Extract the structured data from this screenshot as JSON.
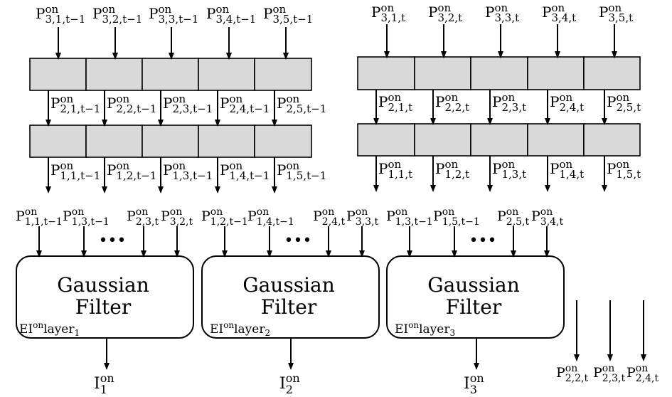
{
  "top_left": {
    "inputs": [
      {
        "base": "P",
        "sup": "on",
        "sub": "3,1,t−1"
      },
      {
        "base": "P",
        "sup": "on",
        "sub": "3,2,t−1"
      },
      {
        "base": "P",
        "sup": "on",
        "sub": "3,3,t−1"
      },
      {
        "base": "P",
        "sup": "on",
        "sub": "3,4,t−1"
      },
      {
        "base": "P",
        "sup": "on",
        "sub": "3,5,t−1"
      }
    ],
    "middle": [
      {
        "base": "P",
        "sup": "on",
        "sub": "2,1,t−1"
      },
      {
        "base": "P",
        "sup": "on",
        "sub": "2,2,t−1"
      },
      {
        "base": "P",
        "sup": "on",
        "sub": "2,3,t−1"
      },
      {
        "base": "P",
        "sup": "on",
        "sub": "2,4,t−1"
      },
      {
        "base": "P",
        "sup": "on",
        "sub": "2,5,t−1"
      }
    ],
    "outputs": [
      {
        "base": "P",
        "sup": "on",
        "sub": "1,1,t−1"
      },
      {
        "base": "P",
        "sup": "on",
        "sub": "1,2,t−1"
      },
      {
        "base": "P",
        "sup": "on",
        "sub": "1,3,t−1"
      },
      {
        "base": "P",
        "sup": "on",
        "sub": "1,4,t−1"
      },
      {
        "base": "P",
        "sup": "on",
        "sub": "1,5,t−1"
      }
    ]
  },
  "top_right": {
    "inputs": [
      {
        "base": "P",
        "sup": "on",
        "sub": "3,1,t"
      },
      {
        "base": "P",
        "sup": "on",
        "sub": "3,2,t"
      },
      {
        "base": "P",
        "sup": "on",
        "sub": "3,3,t"
      },
      {
        "base": "P",
        "sup": "on",
        "sub": "3,4,t"
      },
      {
        "base": "P",
        "sup": "on",
        "sub": "3,5,t"
      }
    ],
    "middle": [
      {
        "base": "P",
        "sup": "on",
        "sub": "2,1,t"
      },
      {
        "base": "P",
        "sup": "on",
        "sub": "2,2,t"
      },
      {
        "base": "P",
        "sup": "on",
        "sub": "2,3,t"
      },
      {
        "base": "P",
        "sup": "on",
        "sub": "2,4,t"
      },
      {
        "base": "P",
        "sup": "on",
        "sub": "2,5,t"
      }
    ],
    "outputs": [
      {
        "base": "P",
        "sup": "on",
        "sub": "1,1,t"
      },
      {
        "base": "P",
        "sup": "on",
        "sub": "1,2,t"
      },
      {
        "base": "P",
        "sup": "on",
        "sub": "1,3,t"
      },
      {
        "base": "P",
        "sup": "on",
        "sub": "1,4,t"
      },
      {
        "base": "P",
        "sup": "on",
        "sub": "1,5,t"
      }
    ]
  },
  "filters": [
    {
      "title_line1": "Gaussian",
      "title_line2": "Filter",
      "inputs": [
        {
          "base": "P",
          "sup": "on",
          "sub": "1,1,t−1"
        },
        {
          "base": "P",
          "sup": "on",
          "sub": "1,3,t−1"
        },
        {
          "base": "P",
          "sup": "on",
          "sub": "2,3,t"
        },
        {
          "base": "P",
          "sup": "on",
          "sub": "3,2,t"
        }
      ],
      "ellipsis": "•••",
      "layer": {
        "base": "EI",
        "sup": "on",
        "mid": "layer",
        "sub": "1"
      },
      "output": {
        "base": "I",
        "sup": "on",
        "sub": "1"
      }
    },
    {
      "title_line1": "Gaussian",
      "title_line2": "Filter",
      "inputs": [
        {
          "base": "P",
          "sup": "on",
          "sub": "1,2,t−1"
        },
        {
          "base": "P",
          "sup": "on",
          "sub": "1,4,t−1"
        },
        {
          "base": "P",
          "sup": "on",
          "sub": "2,4,t"
        },
        {
          "base": "P",
          "sup": "on",
          "sub": "3,3,t"
        }
      ],
      "ellipsis": "•••",
      "layer": {
        "base": "EI",
        "sup": "on",
        "mid": "layer",
        "sub": "2"
      },
      "output": {
        "base": "I",
        "sup": "on",
        "sub": "2"
      }
    },
    {
      "title_line1": "Gaussian",
      "title_line2": "Filter",
      "inputs": [
        {
          "base": "P",
          "sup": "on",
          "sub": "1,3,t−1"
        },
        {
          "base": "P",
          "sup": "on",
          "sub": "1,5,t−1"
        },
        {
          "base": "P",
          "sup": "on",
          "sub": "2,5,t"
        },
        {
          "base": "P",
          "sup": "on",
          "sub": "3,4,t"
        }
      ],
      "ellipsis": "•••",
      "layer": {
        "base": "EI",
        "sup": "on",
        "mid": "layer",
        "sub": "3"
      },
      "output": {
        "base": "I",
        "sup": "on",
        "sub": "3"
      }
    }
  ],
  "passthrough": [
    {
      "base": "P",
      "sup": "on",
      "sub": "2,2,t"
    },
    {
      "base": "P",
      "sup": "on",
      "sub": "2,3,t"
    },
    {
      "base": "P",
      "sup": "on",
      "sub": "2,4,t"
    }
  ],
  "colors": {
    "cell_fill": "#d9d9d9",
    "stroke": "#000000",
    "background": "#ffffff"
  }
}
